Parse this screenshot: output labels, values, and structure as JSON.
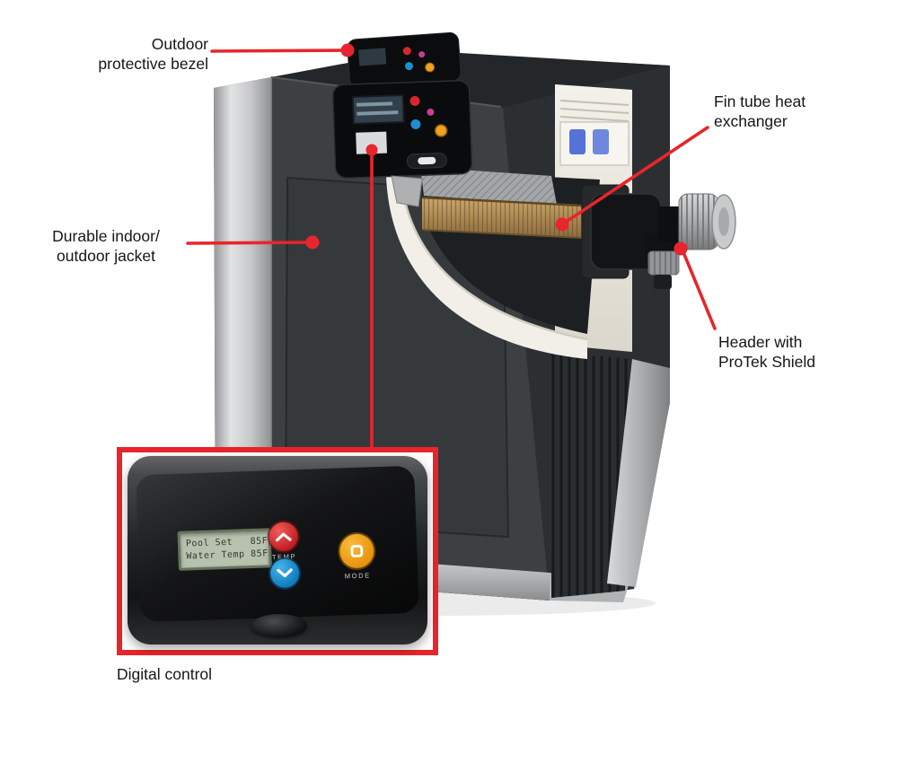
{
  "labels": {
    "outdoor_bezel": {
      "line1": "Outdoor",
      "line2": "protective bezel"
    },
    "fin_tube": {
      "line1": "Fin tube heat",
      "line2": "exchanger"
    },
    "jacket": {
      "line1": "Durable indoor/",
      "line2": "outdoor jacket"
    },
    "header": {
      "line1": "Header with",
      "line2": "ProTek Shield"
    },
    "digital_control": "Digital control"
  },
  "control_panel": {
    "lcd_line1": "Pool Set   85F",
    "lcd_line2": "Water Temp 85F",
    "temp_label": "TEMP",
    "mode_label": "MODE"
  },
  "colors": {
    "callout_red": "#e8252c",
    "jacket_dark": "#3d4043",
    "trim_silver": "#c9cacc",
    "heat_exchanger_copper": "#b3905d",
    "button_red": "#d0232a",
    "button_blue": "#1f8ed0",
    "button_orange": "#f2a41c",
    "lcd_background": "#b7c1ae"
  }
}
